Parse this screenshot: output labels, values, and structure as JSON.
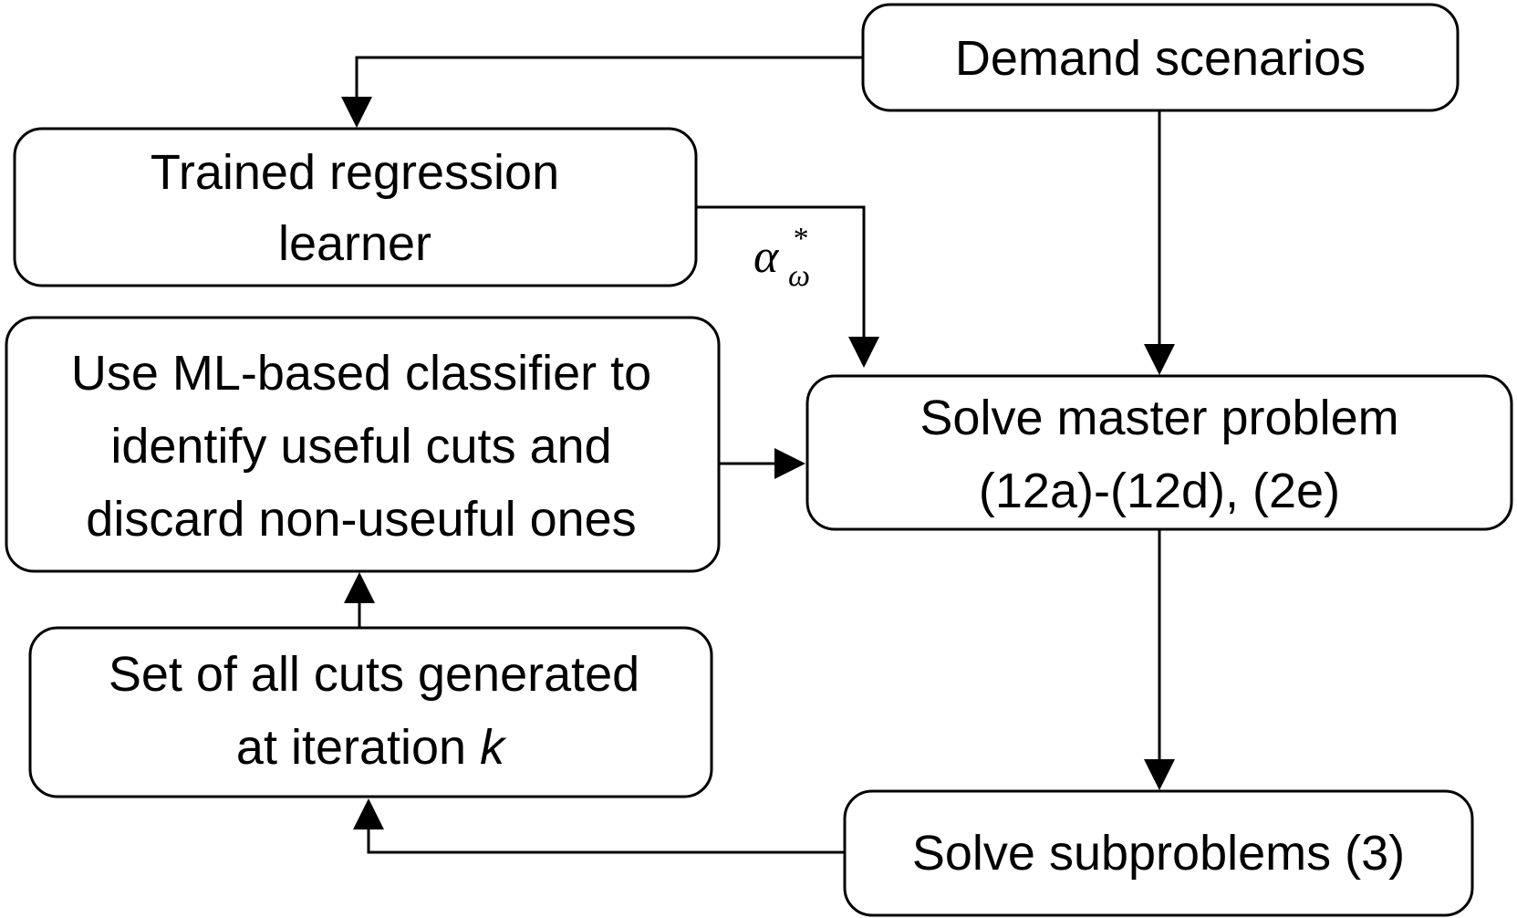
{
  "nodes": {
    "demand": {
      "lines": [
        "Demand scenarios"
      ]
    },
    "regression": {
      "lines": [
        "Trained regression",
        "learner"
      ]
    },
    "classifier": {
      "lines": [
        "Use ML-based classifier to",
        "identify useful cuts and",
        "discard non-useuful ones"
      ]
    },
    "master": {
      "lines": [
        "Solve master problem",
        "(12a)-(12d), (2e)"
      ]
    },
    "cuts": {
      "line1": "Set of all cuts generated",
      "line2_prefix": "at iteration ",
      "line2_var": "k"
    },
    "subproblems": {
      "lines": [
        "Solve subproblems (3)"
      ]
    }
  },
  "edges": [
    {
      "from": "demand",
      "to": "regression"
    },
    {
      "from": "demand",
      "to": "master"
    },
    {
      "from": "regression",
      "to": "master",
      "label": {
        "base": "α",
        "sub": "ω",
        "sup": "*"
      }
    },
    {
      "from": "classifier",
      "to": "master"
    },
    {
      "from": "master",
      "to": "subproblems"
    },
    {
      "from": "subproblems",
      "to": "cuts"
    },
    {
      "from": "cuts",
      "to": "classifier"
    }
  ]
}
